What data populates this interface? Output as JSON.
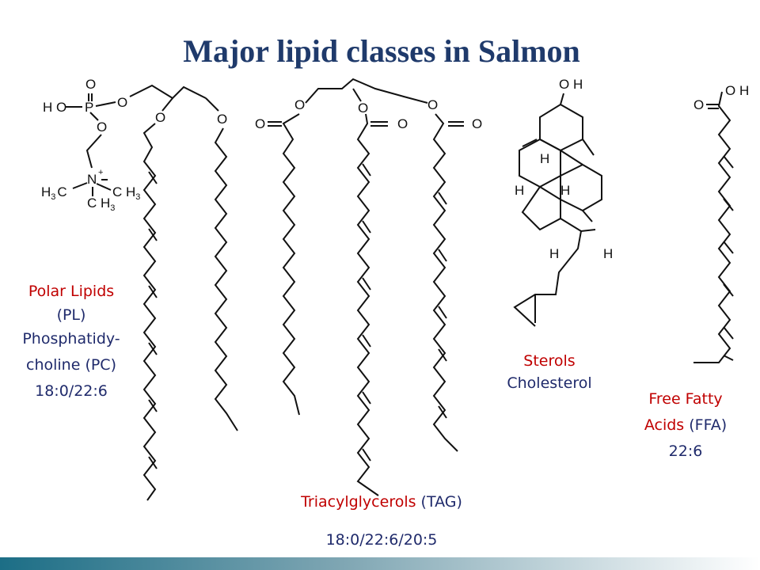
{
  "title": "Major lipid classes in Salmon",
  "phospholipid": {
    "label_lines": [
      "Polar Lipids",
      "(PL)",
      "Phosphatidy-",
      "choline (PC)",
      "18:0/22:6"
    ],
    "atoms": {
      "o_top": "O",
      "ho": "H O",
      "p": "P",
      "o_right": "O",
      "o_lower": "O",
      "n": "N",
      "plus": "+",
      "h3c": "H",
      "h3c_3": "3",
      "h3c_c": "C",
      "ch3_right": "C H",
      "ch3_right_3": "3",
      "ch3_bottom": "C H",
      "ch3_bottom_3": "3",
      "o_sn1": "O",
      "o_sn2": "O"
    }
  },
  "triacylglycerol": {
    "label_line1_part1": "Triacylglycerols",
    "label_line1_part2": " (TAG)",
    "label_line2": "18:0/22:6/20:5",
    "atoms": {
      "o1": "O",
      "o2": "O",
      "o3": "O",
      "co1": "O",
      "co2": "O",
      "co3": "O"
    }
  },
  "sterol": {
    "label_line1": "Sterols",
    "label_line2": "Cholesterol",
    "atoms": {
      "oh": "O H",
      "h1": "H",
      "h2": "H",
      "h3": "H",
      "h4": "H",
      "h5": "H"
    }
  },
  "ffa": {
    "label_line1": "Free Fatty",
    "label_line2_part1": "Acids",
    "label_line2_part2": " (FFA)",
    "label_line3": "22:6",
    "atoms": {
      "o_dbl": "O",
      "oh": "O H"
    }
  },
  "footer": {
    "colors": [
      "#1c6e86",
      "#7fa6b3",
      "#ffffff"
    ]
  }
}
